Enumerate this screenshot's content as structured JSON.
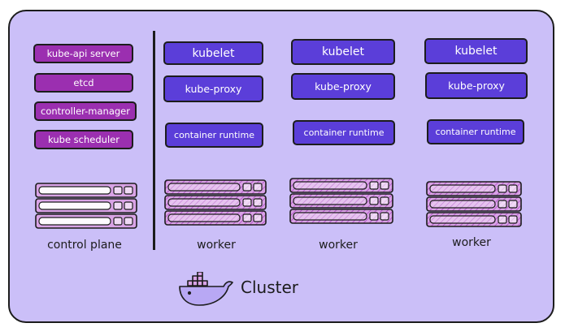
{
  "cluster": {
    "title": "Cluster"
  },
  "control_plane": {
    "label": "control plane",
    "components": [
      "kube-api server",
      "etcd",
      "controller-manager",
      "kube scheduler"
    ]
  },
  "workers": [
    {
      "label": "worker",
      "components": [
        "kubelet",
        "kube-proxy",
        "container runtime"
      ]
    },
    {
      "label": "worker",
      "components": [
        "kubelet",
        "kube-proxy",
        "container runtime"
      ]
    },
    {
      "label": "worker",
      "components": [
        "kubelet",
        "kube-proxy",
        "container runtime"
      ]
    }
  ],
  "colors": {
    "background": "#cbbff8",
    "control_plane_component": "#9b2fb0",
    "worker_component": "#5b3ed9",
    "server_fill": "#d9a3e6",
    "outline": "#1c1c1c"
  },
  "icons": {
    "cluster_icon": "docker-whale-icon",
    "node_icon": "server-rack-icon"
  }
}
